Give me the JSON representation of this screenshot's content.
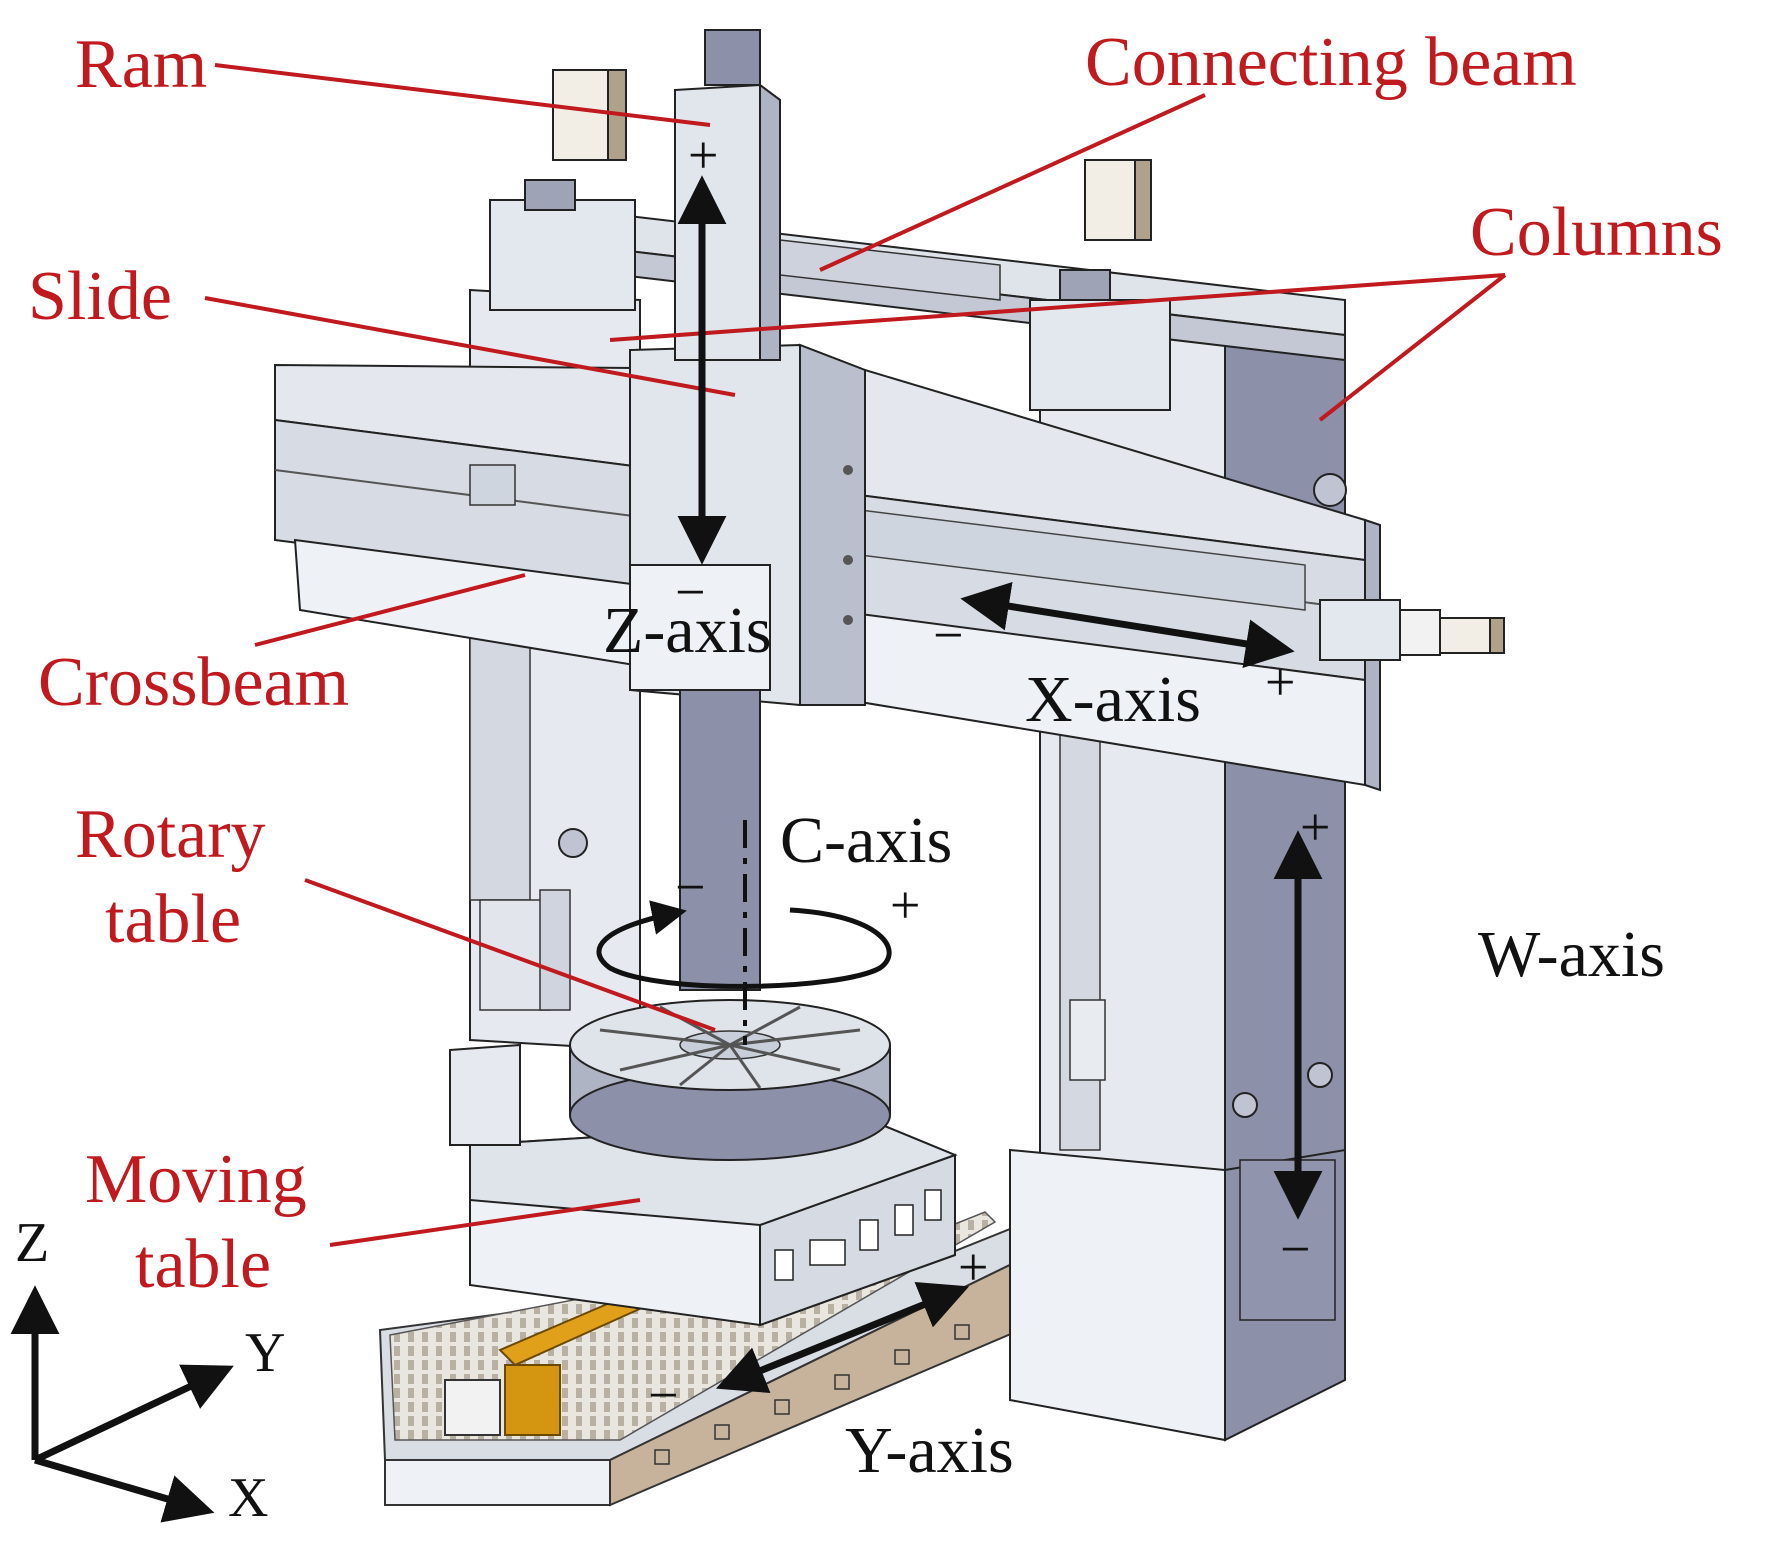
{
  "labels": {
    "ram": "Ram",
    "connecting_beam": "Connecting beam",
    "columns": "Columns",
    "slide": "Slide",
    "crossbeam": "Crossbeam",
    "rotary_table_1": "Rotary",
    "rotary_table_2": "table",
    "moving_table_1": "Moving",
    "moving_table_2": "table"
  },
  "axes": {
    "z": "Z-axis",
    "x": "X-axis",
    "c": "C-axis",
    "w": "W-axis",
    "y": "Y-axis",
    "plus": "+",
    "minus": "−"
  },
  "triad": {
    "z": "Z",
    "y": "Y",
    "x": "X"
  },
  "colors": {
    "label": "#c0191e",
    "steel": "#d8dde6",
    "steel_light": "#eef1f6",
    "steel_dark": "#a6aec0",
    "column": "#8c90a8",
    "base_tan": "#c7b39b",
    "screw": "#e0a019"
  }
}
